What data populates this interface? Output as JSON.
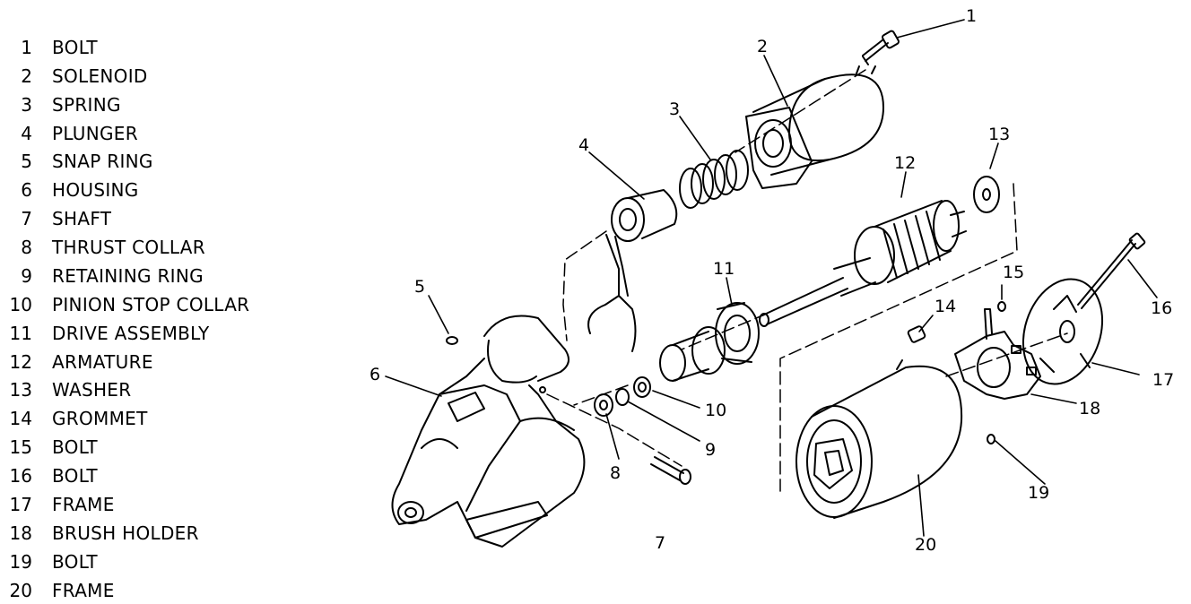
{
  "parts": [
    {
      "num": "1",
      "name": "BOLT"
    },
    {
      "num": "2",
      "name": "SOLENOID"
    },
    {
      "num": "3",
      "name": "SPRING"
    },
    {
      "num": "4",
      "name": "PLUNGER"
    },
    {
      "num": "5",
      "name": "SNAP RING"
    },
    {
      "num": "6",
      "name": "HOUSING"
    },
    {
      "num": "7",
      "name": "SHAFT"
    },
    {
      "num": "8",
      "name": "THRUST COLLAR"
    },
    {
      "num": "9",
      "name": "RETAINING RING"
    },
    {
      "num": "10",
      "name": "PINION STOP COLLAR"
    },
    {
      "num": "11",
      "name": "DRIVE ASSEMBLY"
    },
    {
      "num": "12",
      "name": "ARMATURE"
    },
    {
      "num": "13",
      "name": "WASHER"
    },
    {
      "num": "14",
      "name": "GROMMET"
    },
    {
      "num": "15",
      "name": "BOLT"
    },
    {
      "num": "16",
      "name": "BOLT"
    },
    {
      "num": "17",
      "name": "FRAME"
    },
    {
      "num": "18",
      "name": "BRUSH HOLDER"
    },
    {
      "num": "19",
      "name": "BOLT"
    },
    {
      "num": "20",
      "name": "FRAME"
    }
  ],
  "callouts": {
    "c1": "1",
    "c2": "2",
    "c3": "3",
    "c4": "4",
    "c5": "5",
    "c6": "6",
    "c7": "7",
    "c8": "8",
    "c9": "9",
    "c10": "10",
    "c11": "11",
    "c12": "12",
    "c13": "13",
    "c14": "14",
    "c15": "15",
    "c16": "16",
    "c17": "17",
    "c18": "18",
    "c19": "19",
    "c20": "20"
  }
}
